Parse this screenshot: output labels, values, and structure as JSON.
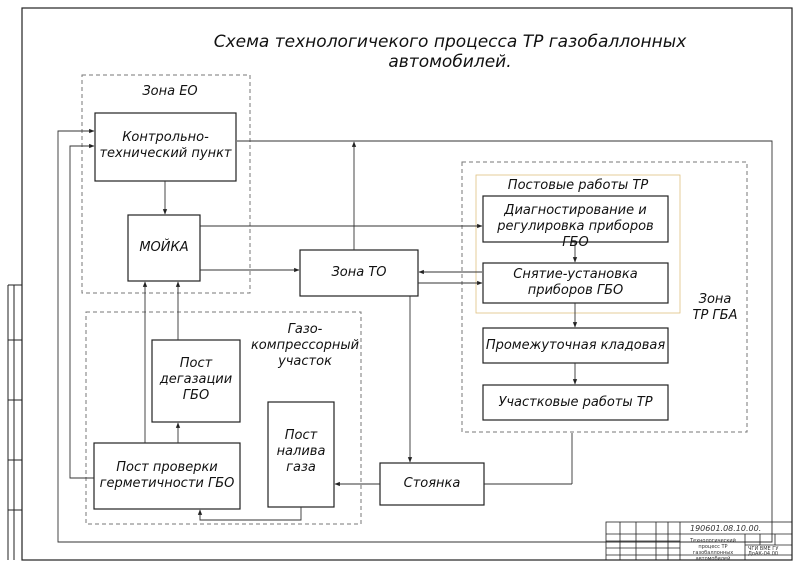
{
  "title": "Схема технологичекого процесса ТР газобаллонных автомобилей.",
  "zones": {
    "eo": "Зона ЕО",
    "gas": [
      "Газо-",
      "компрессорный",
      "участок"
    ],
    "tr_gba": [
      "Зона",
      "ТР ГБА"
    ],
    "post_work": "Постовые работы ТР"
  },
  "boxes": {
    "ktp": [
      "Контрольно-",
      "технический пункт"
    ],
    "moika": "МОЙКА",
    "zona_to": "Зона ТО",
    "diag": [
      "Диагностирование и",
      "регулировка приборов ГБО"
    ],
    "snyatie": [
      "Снятие-установка",
      "приборов ГБО"
    ],
    "klad": "Промежуточная кладовая",
    "uchast": "Участковые работы ТР",
    "degaz": [
      "Пост",
      "дегазации",
      "ГБО"
    ],
    "proverka": [
      "Пост проверки",
      "герметичности ГБО"
    ],
    "naliv": [
      "Пост",
      "налива",
      "газа"
    ],
    "stoyanka": "Стоянка"
  },
  "stamp": {
    "code": "190601.08.10.00.",
    "desc": "Технологический процесс ТР газобаллонных автомобилей",
    "sheet": "ЧГИ ВМЕ ГУ",
    "group": "ДоАК-04.00"
  }
}
